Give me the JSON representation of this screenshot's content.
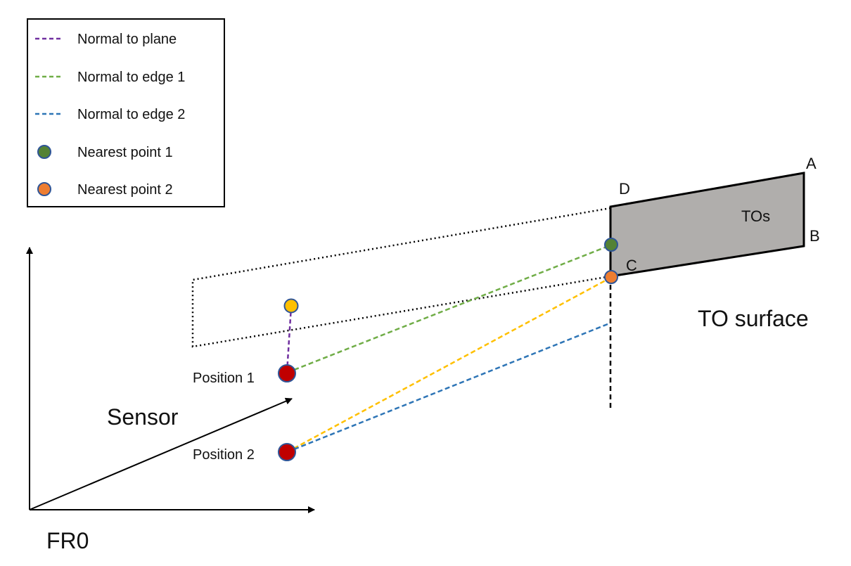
{
  "legend": {
    "items": [
      {
        "label": "Normal to plane",
        "kind": "line",
        "color": "#7030a0"
      },
      {
        "label": "Normal to edge 1",
        "kind": "line",
        "color": "#70ad47"
      },
      {
        "label": "Normal to edge 2",
        "kind": "line",
        "color": "#2e75b6"
      },
      {
        "label": "Nearest point 1",
        "kind": "dot",
        "color": "#548235"
      },
      {
        "label": "Nearest point 2",
        "kind": "dot",
        "color": "#ed7d31"
      }
    ]
  },
  "labels": {
    "vertex_a": "A",
    "vertex_b": "B",
    "vertex_c": "C",
    "vertex_d": "D",
    "tos": "TOs",
    "to_surface": "TO surface",
    "sensor": "Sensor",
    "frame": "FR0",
    "position_1": "Position 1",
    "position_2": "Position 2"
  },
  "colors": {
    "plane_fill": "#b0aeac",
    "position_dot": "#c00000",
    "dot_outline": "#2f5597",
    "projection_dot": "#ffc000",
    "edge2_line": "#2e75b6",
    "yellow_line": "#ffc000",
    "green_line": "#70ad47",
    "purple_line": "#7030a0"
  }
}
